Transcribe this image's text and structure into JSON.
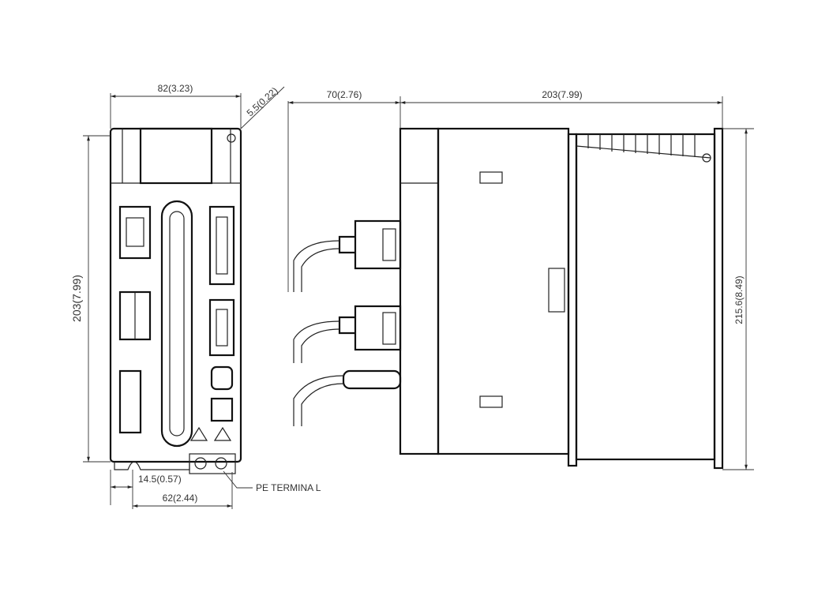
{
  "dimensions": {
    "front_width": "82(3.23)",
    "front_corner": "5.5(0.22)",
    "cable_clearance": "70(2.76)",
    "side_depth": "203(7.99)",
    "front_height": "203(7.99)",
    "side_height": "215.6(8.49)",
    "mount_offset": "14.5(0.57)",
    "mount_pitch": "62(2.44)"
  },
  "callouts": {
    "pe_terminal": "PE TERMINA L"
  }
}
